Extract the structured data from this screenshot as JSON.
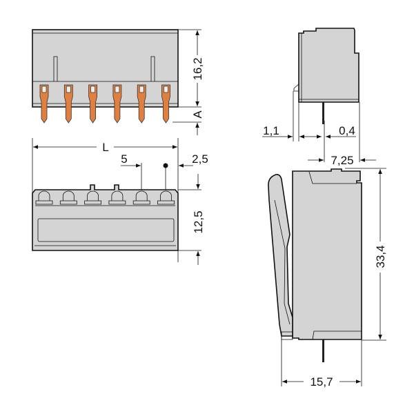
{
  "title": "Connector dimension drawing",
  "colors": {
    "housing": "#d4d4d4",
    "pin": "#e08040",
    "line": "#111111"
  },
  "dimensions": {
    "height_top": "16,2",
    "pin_length": "A",
    "length": "L",
    "pitch": "5",
    "edge_offset": "2,5",
    "height_front": "12,5",
    "offset_left": "1,1",
    "pin_thickness": "0,4",
    "pin_offset": "7,25",
    "height_side": "33,4",
    "width_side": "15,7"
  }
}
